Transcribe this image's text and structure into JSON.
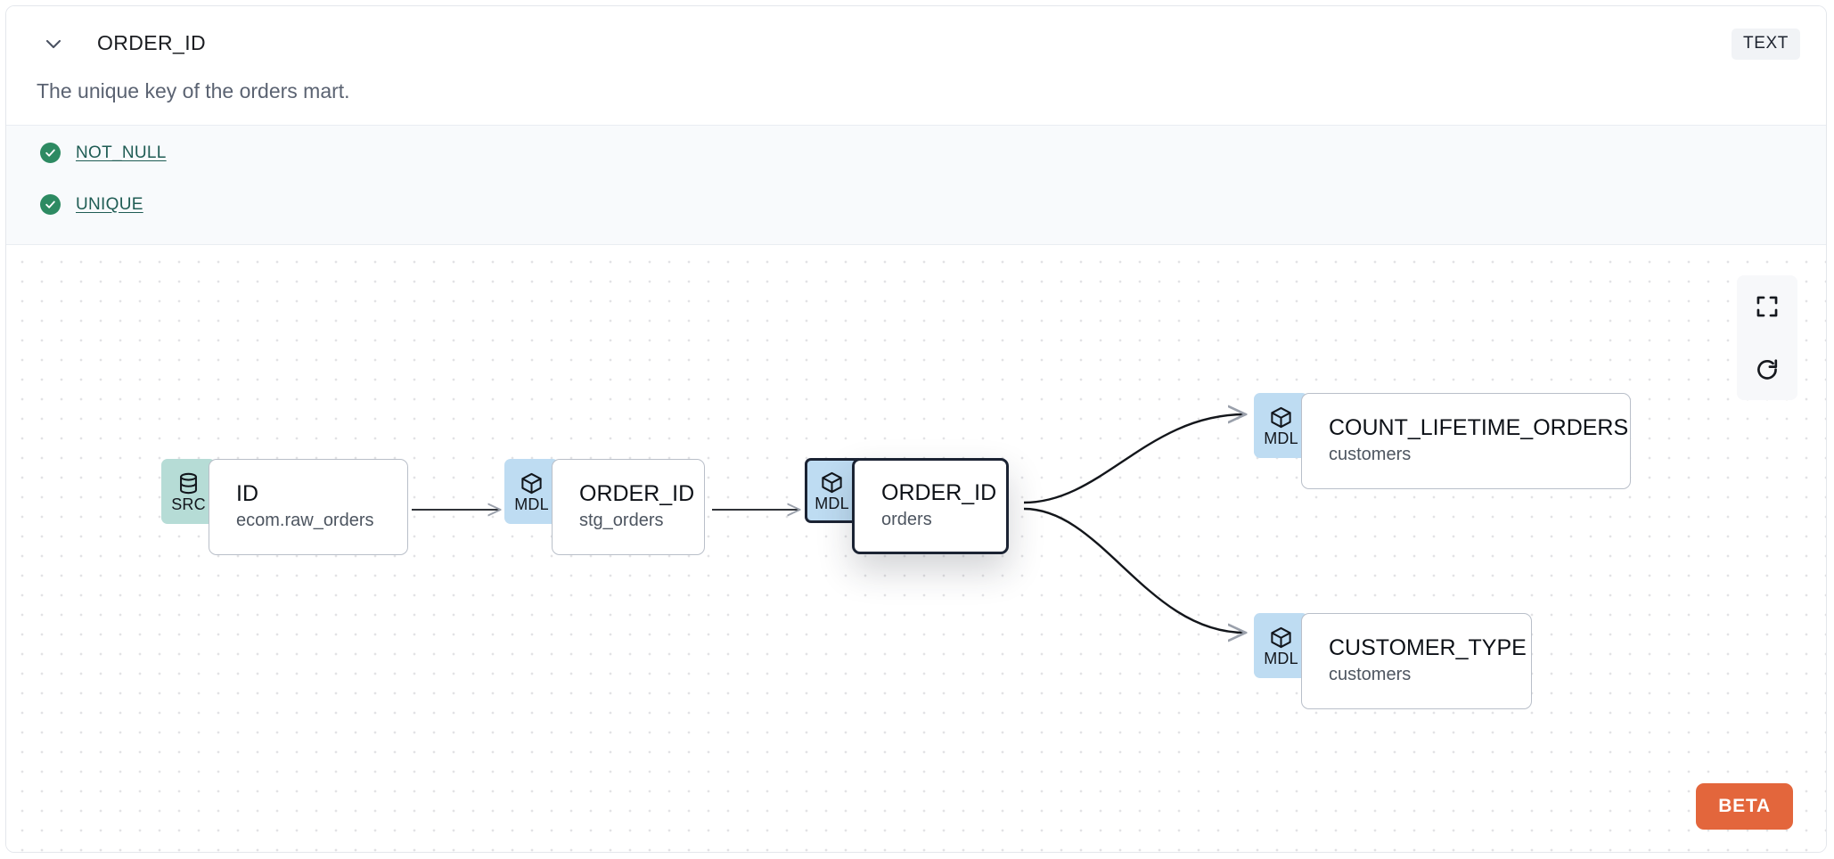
{
  "header": {
    "chevron_icon": "chevron-down-icon",
    "column_name": "ORDER_ID",
    "data_type_badge": "TEXT",
    "description": "The unique key of the orders mart."
  },
  "tests": [
    {
      "icon": "check-circle-icon",
      "label": "NOT_NULL"
    },
    {
      "icon": "check-circle-icon",
      "label": "UNIQUE"
    }
  ],
  "lineage": {
    "controls": [
      {
        "icon": "fullscreen-icon",
        "name": "fit-view-button"
      },
      {
        "icon": "refresh-icon",
        "name": "refresh-button"
      }
    ],
    "beta_label": "BETA",
    "nodes": [
      {
        "id": "src-id",
        "abbr": "SRC",
        "icon": "database-icon",
        "name": "ID",
        "resource": "ecom.raw_orders",
        "selected": false
      },
      {
        "id": "stg-orders",
        "abbr": "MDL",
        "icon": "cube-icon",
        "name": "ORDER_ID",
        "resource": "stg_orders",
        "selected": false
      },
      {
        "id": "orders",
        "abbr": "MDL",
        "icon": "cube-icon",
        "name": "ORDER_ID",
        "resource": "orders",
        "selected": true
      },
      {
        "id": "clo",
        "abbr": "MDL",
        "icon": "cube-icon",
        "name": "COUNT_LIFETIME_ORDERS",
        "resource": "customers",
        "selected": false
      },
      {
        "id": "cust-type",
        "abbr": "MDL",
        "icon": "cube-icon",
        "name": "CUSTOMER_TYPE",
        "resource": "customers",
        "selected": false
      }
    ],
    "edges": [
      {
        "from": "src-id",
        "to": "stg-orders"
      },
      {
        "from": "stg-orders",
        "to": "orders"
      },
      {
        "from": "orders",
        "to": "clo"
      },
      {
        "from": "orders",
        "to": "cust-type"
      }
    ]
  },
  "colors": {
    "source_badge": "#b6dcd6",
    "model_badge": "#bedcf2",
    "test_pass": "#2d8a62",
    "test_link": "#1f5c54",
    "beta": "#e3663c",
    "selected_outline": "#1b2333"
  }
}
